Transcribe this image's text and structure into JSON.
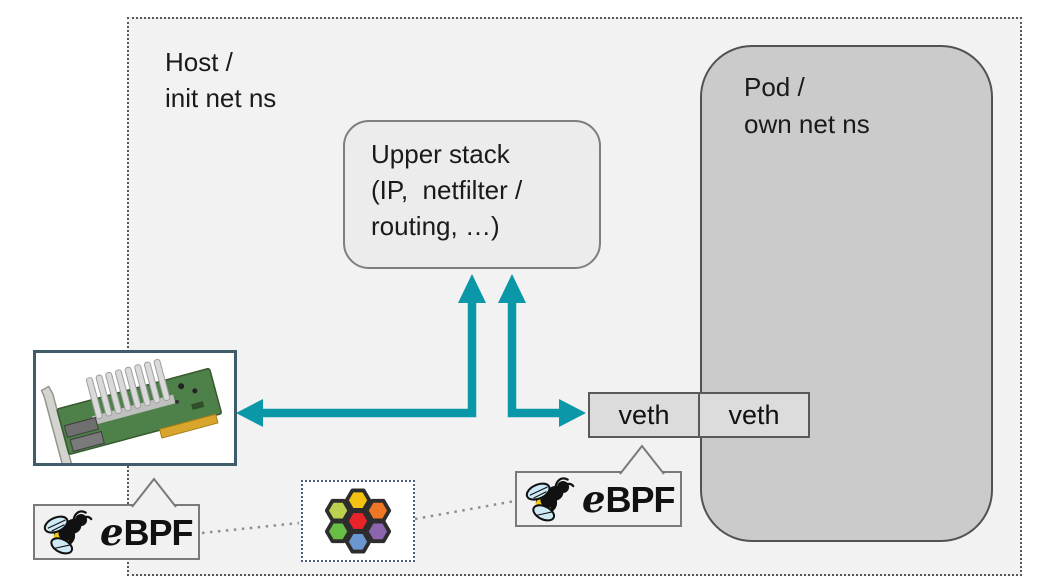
{
  "host": {
    "line1": "Host /",
    "line2": "init net ns"
  },
  "pod": {
    "line1": "Pod /",
    "line2": "own net ns"
  },
  "upper_stack": {
    "line1": "Upper stack",
    "line2": "(IP,  netfilter /",
    "line3": "routing, …)"
  },
  "veth_host_label": "veth",
  "veth_pod_label": "veth",
  "ebpf_left": {
    "e": "e",
    "bpf": "BPF"
  },
  "ebpf_right": {
    "e": "e",
    "bpf": "BPF"
  },
  "colors": {
    "arrow_teal": "#0a98a8",
    "host_bg": "#f2f2f2",
    "pod_fill": "#cbcbcb",
    "veth_fill": "#dcdcdc",
    "nic_border": "#3f5c6d",
    "hex_outline": "#2d2d2d",
    "connector_dotted": "#8f8f8f"
  },
  "hexagons": {
    "top": "#f5c211",
    "top_left": "#bcd24e",
    "top_right": "#ee7725",
    "center": "#e8242a",
    "bottom_left": "#68bd45",
    "bottom_right": "#8b65ad",
    "bottom": "#6b96cf"
  },
  "icons": {
    "nic": "network-interface-card-photo",
    "bee": "ebpf-bee-icon",
    "hexagons": "hexagon-cluster-icon"
  }
}
